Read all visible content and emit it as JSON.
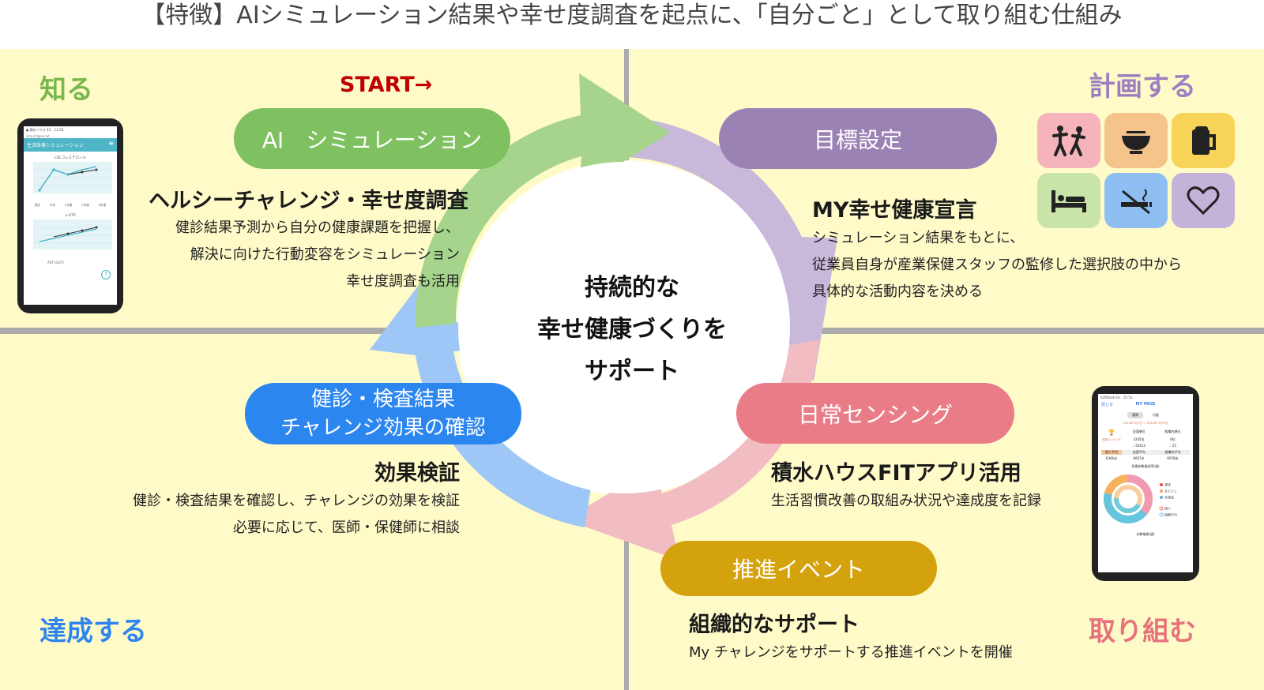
{
  "title": "【特徴】AIシミュレーション結果や幸せ度調査を起点に、「自分ごと」として取り組む仕組み",
  "corners": {
    "know": "知る",
    "plan": "計画する",
    "achieve": "達成する",
    "act": "取り組む"
  },
  "start_label": "START→",
  "center": [
    "持続的な",
    "幸せ健康づくりを",
    "サポート"
  ],
  "steps": {
    "ai": {
      "pill": "AI　シミュレーション",
      "heading": "ヘルシーチャレンジ・幸せ度調査",
      "lines": [
        "健診結果予測から自分の健康課題を把握し、",
        "解決に向けた行動変容をシミュレーション",
        "幸せ度調査も活用"
      ]
    },
    "goal": {
      "pill": "目標設定",
      "heading": "MY幸せ健康宣言",
      "lines": [
        "シミュレーション結果をもとに、",
        "従業員自身が産業保健スタッフの監修した選択肢の中から",
        "具体的な活動内容を決める"
      ]
    },
    "sensing": {
      "pill": "日常センシング",
      "heading": "積水ハウスFITアプリ活用",
      "lines": [
        "生活習慣改善の取組み状況や達成度を記録"
      ]
    },
    "event": {
      "pill": "推進イベント",
      "heading": "組織的なサポート",
      "lines": [
        "My チャレンジをサポートする推進イベントを開催"
      ]
    },
    "check": {
      "pill_lines": [
        "健診・検査結果",
        "チャレンジ効果の確認"
      ],
      "heading": "効果検証",
      "lines": [
        "健診・検査結果を確認し、チャレンジの効果を検証",
        "必要に応じて、医師・保健師に相談"
      ]
    }
  },
  "left_phone": {
    "status": "● 積水ハウス 4G　12:58",
    "url": "simul-tlgov.net",
    "app_title": "生活改善シミュレーション",
    "chart1_label": "LDLコレステロール",
    "chart2_label": "γ-GTP",
    "x_labels": [
      "現在",
      "半年",
      "1年後",
      "2年後",
      "3年後"
    ],
    "footer": "AST (GOT)"
  },
  "right_phone": {
    "status": "SoftBank 4G　15:53",
    "back": "閉じる",
    "title": "MY PAGE",
    "tabs": [
      "通常",
      "月度"
    ],
    "period": "2021年7月1日 ～ 2021年7月31日",
    "cells": [
      "全国順位",
      "組織内順位",
      "3245位",
      "8位",
      "／20413",
      "／25",
      "個人平均",
      "全国平均",
      "組織内平均",
      "6366歩",
      "6667歩",
      "6978歩"
    ],
    "ranking": "歩数ランキング",
    "chart_title": "目標歩数達成率(週)",
    "legend": [
      "達成",
      "あと少し",
      "未達成",
      "個人",
      "組織平均"
    ],
    "footer": "歩数推移(週)"
  },
  "icons": [
    "exercise-icon",
    "food-bowl-icon",
    "beer-mug-icon",
    "bed-sleep-icon",
    "no-smoking-icon",
    "heart-icon"
  ],
  "colors": {
    "ai": "#7fc160",
    "goal": "#9b82b4",
    "sensing": "#e97c87",
    "event": "#d4a20c",
    "check": "#2c86f0",
    "know": "#7ab84e",
    "plan": "#9d7fc0",
    "achieve": "#2e85f0",
    "act": "#e7717c",
    "start": "#c00000"
  }
}
